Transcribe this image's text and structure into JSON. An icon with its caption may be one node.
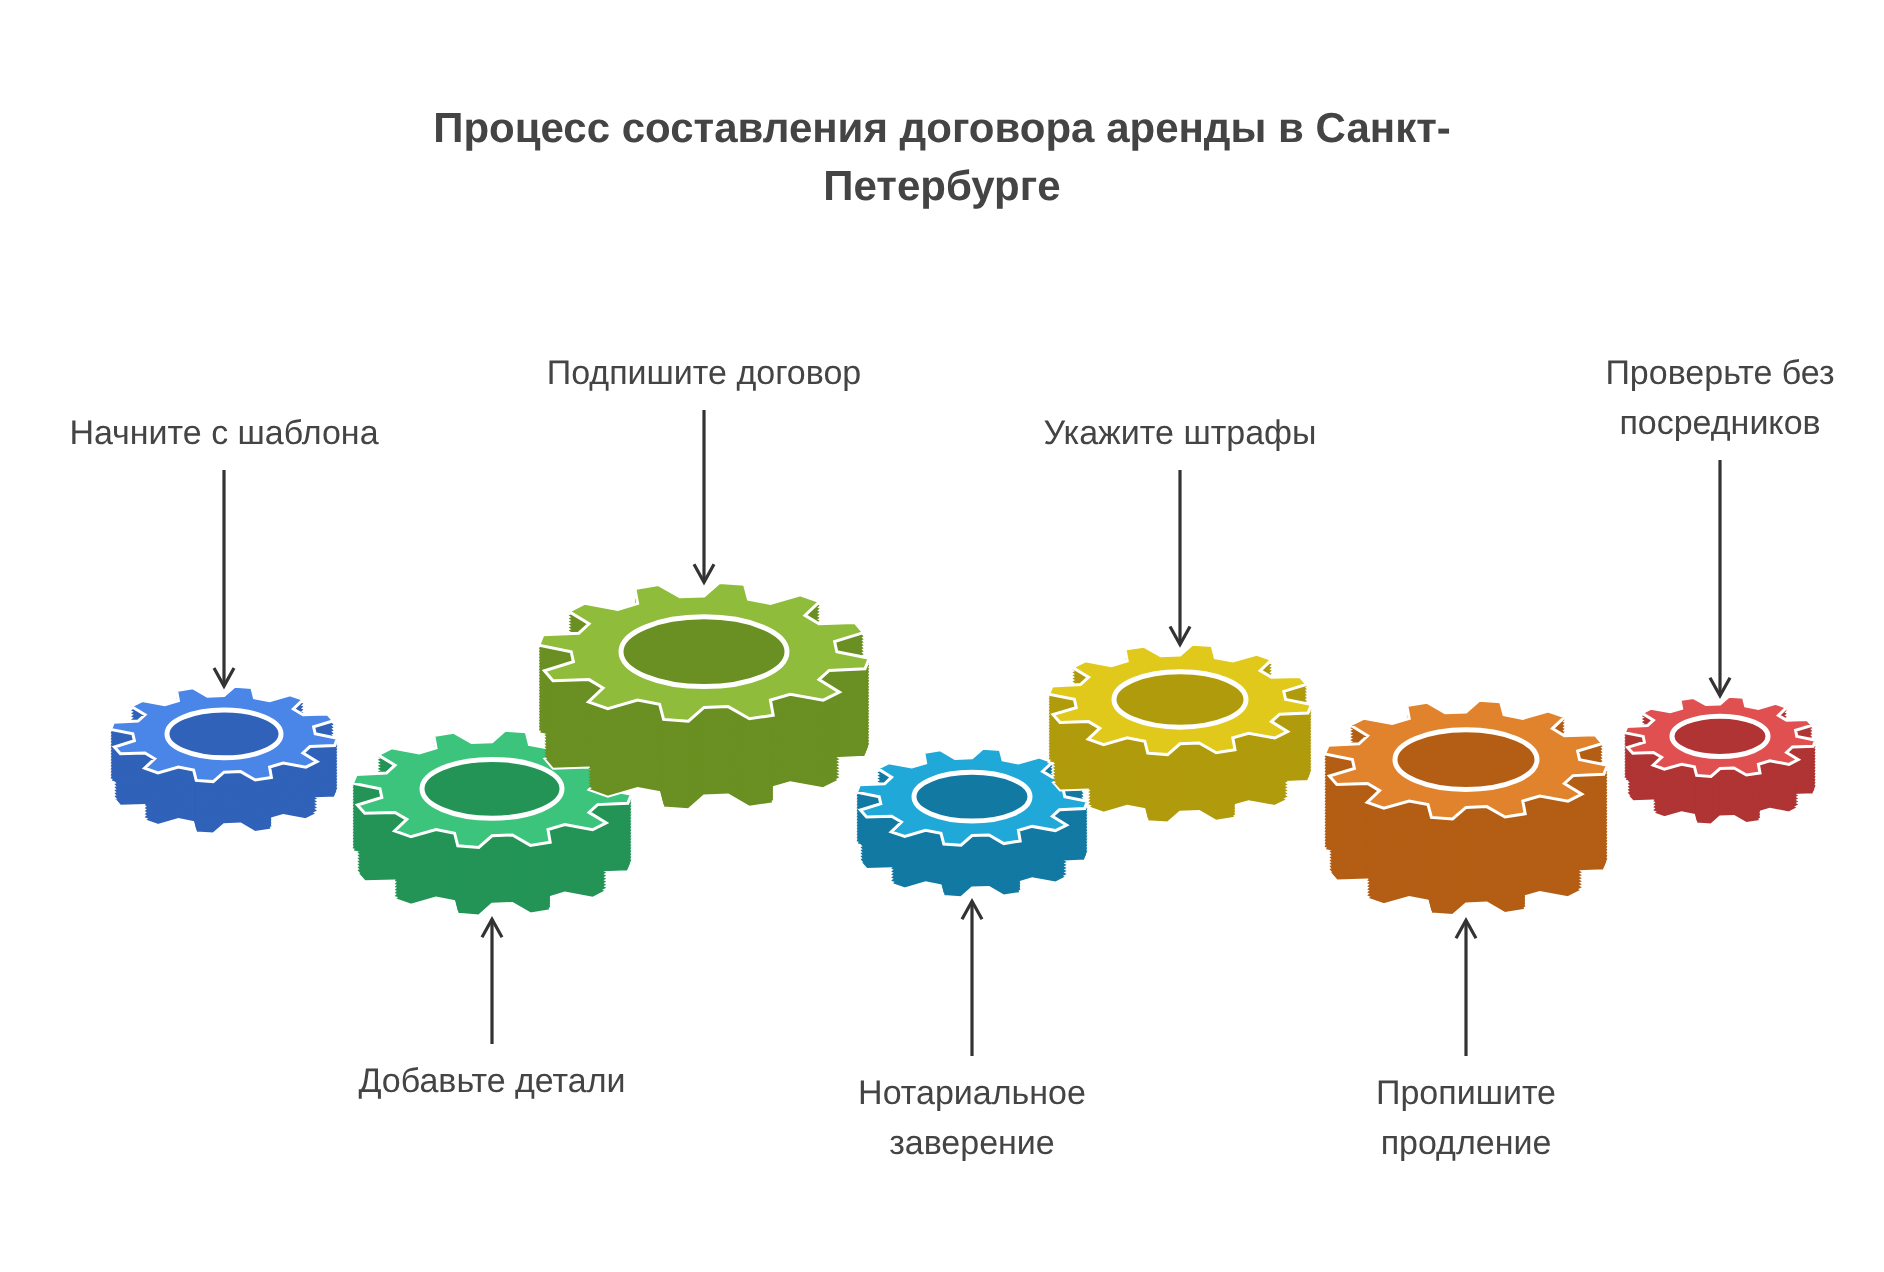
{
  "diagram": {
    "title": "Процесс составления договора аренды в Санкт-Петербурге",
    "nodes": [
      {
        "text": [
          "Начните с шаблона"
        ]
      },
      {
        "text": [
          "Добавьте детали"
        ]
      },
      {
        "text": [
          "Подпишите договор"
        ]
      },
      {
        "text": [
          "Нотариальное заверение"
        ]
      },
      {
        "text": [
          "Укажите штрафы"
        ]
      },
      {
        "text": [
          "Пропишите продление"
        ]
      },
      {
        "text": [
          "Проверьте без посредников"
        ]
      },
      {
        "text": [],
        "shape": "gear"
      },
      {
        "text": [],
        "shape": "gear"
      },
      {
        "text": [],
        "shape": "gear"
      },
      {
        "text": [],
        "shape": "gear"
      },
      {
        "text": [],
        "shape": "gear"
      },
      {
        "text": [],
        "shape": "gear"
      },
      {
        "text": [],
        "shape": "gear"
      }
    ],
    "edges": [
      {
        "from": 0,
        "to": 7,
        "arrow": "to"
      },
      {
        "from": 1,
        "to": 8,
        "arrow": "to"
      },
      {
        "from": 2,
        "to": 9,
        "arrow": "to"
      },
      {
        "from": 3,
        "to": 10,
        "arrow": "to"
      },
      {
        "from": 4,
        "to": 11,
        "arrow": "to"
      },
      {
        "from": 5,
        "to": 12,
        "arrow": "to"
      },
      {
        "from": 6,
        "to": 13,
        "arrow": "to"
      }
    ]
  }
}
